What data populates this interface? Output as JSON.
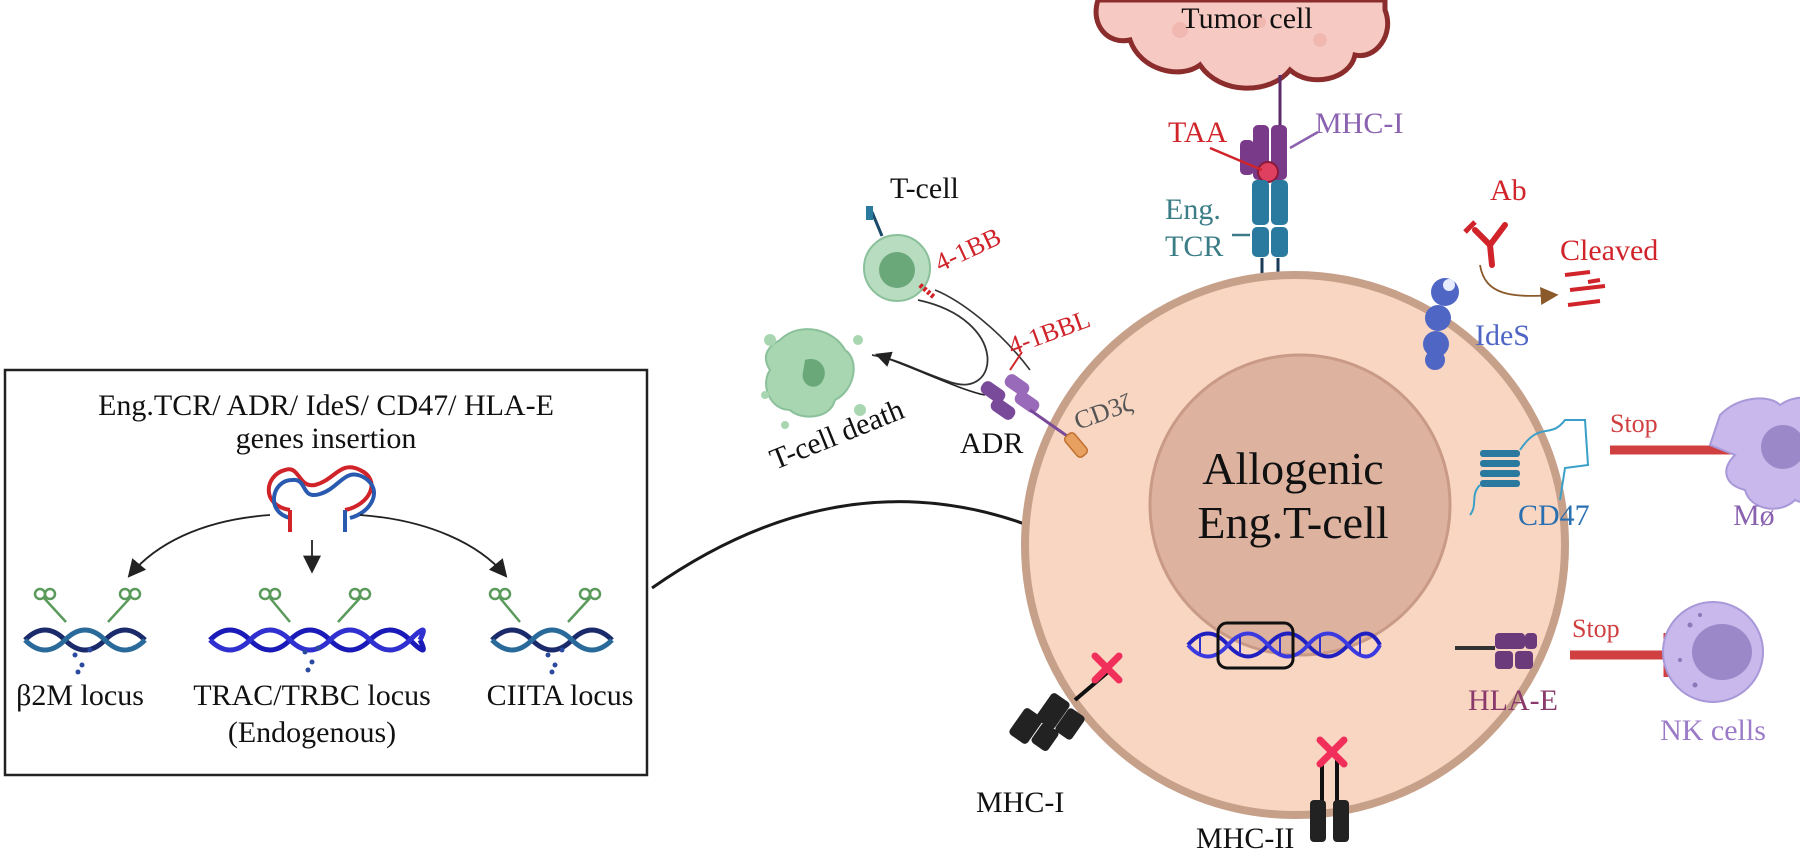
{
  "box": {
    "title_line1": "Eng.TCR/ ADR/ IdeS/ CD47/ HLA-E",
    "title_line2": "genes insertion",
    "loci": [
      {
        "label": "β2M locus"
      },
      {
        "label": "TRAC/TRBC locus",
        "sublabel": "(Endogenous)"
      },
      {
        "label": "CIITA locus"
      }
    ]
  },
  "tumor": {
    "label": "Tumor cell"
  },
  "tcr": {
    "taa": "TAA",
    "mhc1": "MHC-I",
    "eng": "Eng.",
    "tcr": "TCR"
  },
  "adr": {
    "tcell": "T-cell",
    "b41bb": "4-1BB",
    "b41bbl": "4-1BBL",
    "adr": "ADR",
    "cd3z": "CD3ζ",
    "death": "T-cell death"
  },
  "ides": {
    "ab": "Ab",
    "cleaved": "Cleaved",
    "ides": "IdeS"
  },
  "cd47": {
    "stop": "Stop",
    "cd47": "CD47",
    "mac": "Mø"
  },
  "hlae": {
    "stop": "Stop",
    "hlae": "HLA-E",
    "nk": "NK cells"
  },
  "cell": {
    "line1": "Allogenic",
    "line2": "Eng.T-cell"
  },
  "knockouts": {
    "mhc1": "MHC-I",
    "mhc2": "MHC-II"
  },
  "colors": {
    "red": "#d0232a",
    "purple": "#8a62b0",
    "teal": "#3b7d86",
    "blue": "#2a6fb0",
    "ides_blue": "#4f66c4",
    "cell_fill": "#f8d6c2",
    "cell_border": "#c7a08a",
    "nucleus": "#ddb3a0",
    "magenta": "#8a3a6a",
    "lilac": "#9b7bc7"
  }
}
